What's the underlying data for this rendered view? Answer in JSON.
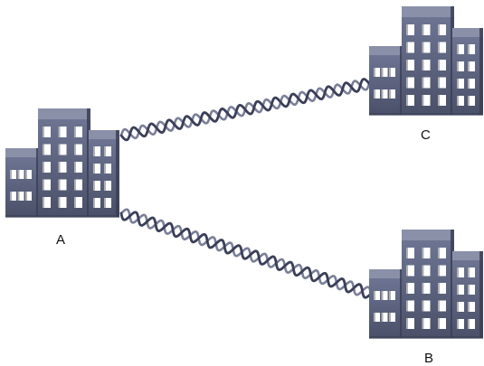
{
  "nodes": [
    {
      "id": "A",
      "label": "A"
    },
    {
      "id": "B",
      "label": "B"
    },
    {
      "id": "C",
      "label": "C"
    }
  ],
  "links": [
    {
      "from": "A",
      "to": "C"
    },
    {
      "from": "A",
      "to": "B"
    }
  ],
  "colors": {
    "building_front": "#5c6380",
    "building_side": "#3a3f56",
    "building_top": "#8a90a8",
    "window": "#ffffff",
    "window_shadow": "#1c1f2c",
    "helix_dark": "#3b3f58",
    "helix_light": "#7a7f98"
  }
}
